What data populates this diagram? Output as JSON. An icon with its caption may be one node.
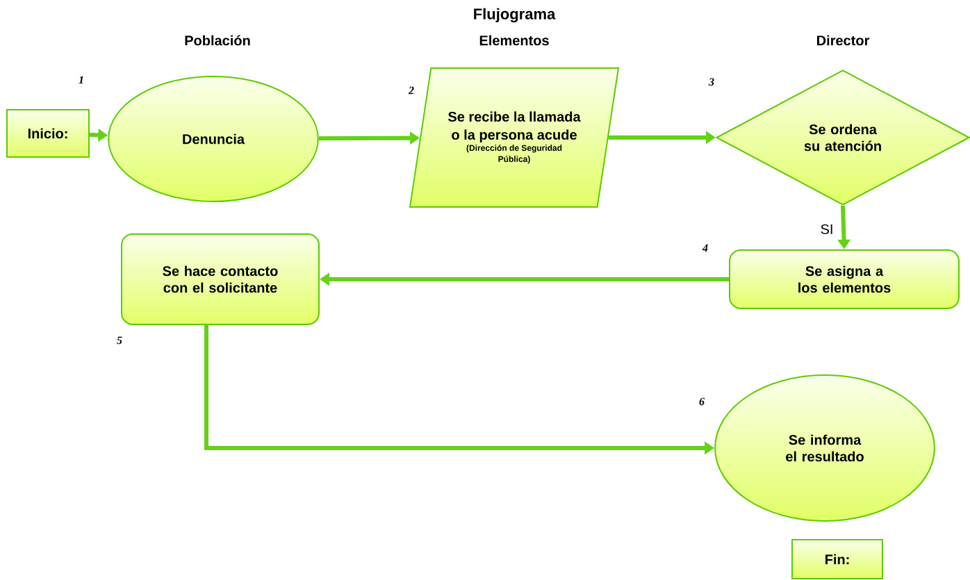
{
  "diagram": {
    "title": "Flujograma",
    "nodes": [
      {
        "text": [
          "Inicio:"
        ]
      },
      {
        "text": [
          "Denuncia"
        ]
      },
      {
        "text": [
          "Se recibe la llamada o la persona acude",
          "(Dirección de Seguridad Pública)"
        ]
      },
      {
        "text": [
          "Se ordena su atención"
        ]
      },
      {
        "text": [
          "Se asigna a los elementos"
        ]
      },
      {
        "text": [
          "Se hace contacto con el solicitante"
        ]
      },
      {
        "text": [
          "Se informa el resultado"
        ]
      },
      {
        "text": [
          "Fin:"
        ]
      }
    ],
    "edges": [
      {
        "from": 0,
        "to": 1,
        "arrow": "to"
      },
      {
        "from": 1,
        "to": 2,
        "arrow": "to"
      },
      {
        "from": 2,
        "to": 3,
        "arrow": "to"
      },
      {
        "from": 3,
        "to": 4,
        "arrow": "to",
        "label": "SI"
      },
      {
        "from": 4,
        "to": 5,
        "arrow": "to"
      },
      {
        "from": 5,
        "to": 6,
        "arrow": "to"
      }
    ],
    "labels": [
      "Población",
      "Elementos",
      "Director",
      "1",
      "2",
      "3",
      "4",
      "5",
      "6"
    ]
  }
}
